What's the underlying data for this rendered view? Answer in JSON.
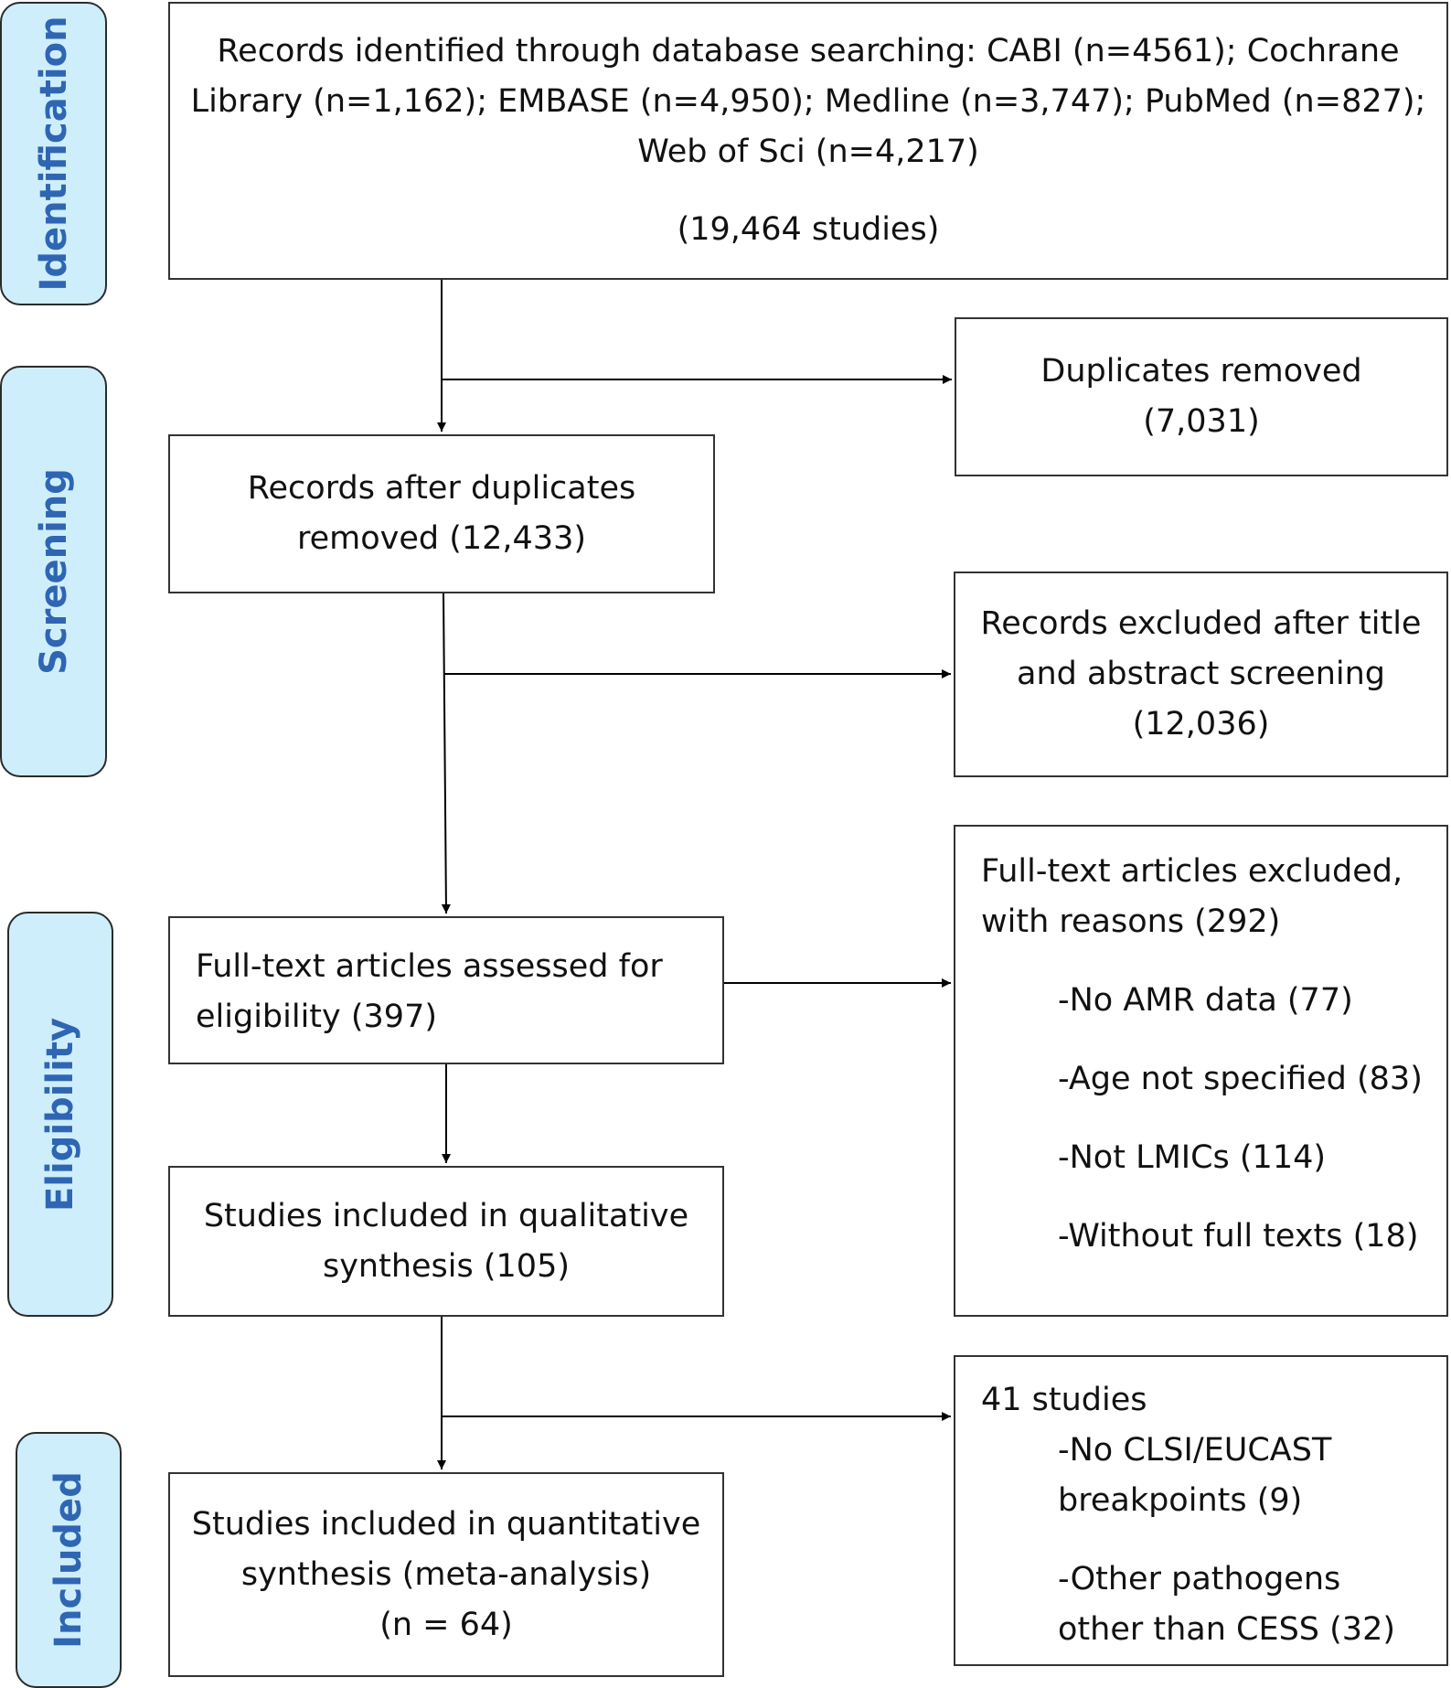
{
  "phases": {
    "identification": "Identification",
    "screening": "Screening",
    "eligibility": "Eligibility",
    "included": "Included"
  },
  "boxes": {
    "identified": {
      "lines": [
        "Records identified through database searching: CABI (n=4561); Cochrane",
        "Library (n=1,162); EMBASE (n=4,950); Medline (n=3,747); PubMed (n=827);",
        "Web of Sci (n=4,217)"
      ],
      "total": "(19,464 studies)"
    },
    "duplicates": {
      "lines": [
        "Duplicates removed",
        "(7,031)"
      ]
    },
    "after_duplicates": {
      "lines": [
        "Records after duplicates",
        "removed (12,433)"
      ]
    },
    "excluded_title_abstract": {
      "lines": [
        "Records excluded after title",
        "and abstract screening",
        "(12,036)"
      ]
    },
    "fulltext_assessed": {
      "lines": [
        "Full-text articles assessed for",
        "eligibility (397)"
      ]
    },
    "fulltext_excluded": {
      "lines": [
        "Full-text articles excluded,",
        "with reasons (292)"
      ],
      "reasons": [
        "-No AMR data (77)",
        "-Age not specified (83)",
        "-Not LMICs (114)",
        "-Without full texts (18)"
      ]
    },
    "qualitative": {
      "lines": [
        "Studies included in qualitative",
        "synthesis (105)"
      ]
    },
    "excluded_41": {
      "title": "41 studies",
      "reasons": [
        [
          "-No CLSI/EUCAST",
          "breakpoints (9)"
        ],
        [
          "-Other pathogens",
          "other than CESS (32)"
        ]
      ]
    },
    "quantitative": {
      "lines": [
        "Studies included in quantitative",
        "synthesis (meta-analysis)",
        "(n = 64)"
      ]
    }
  }
}
